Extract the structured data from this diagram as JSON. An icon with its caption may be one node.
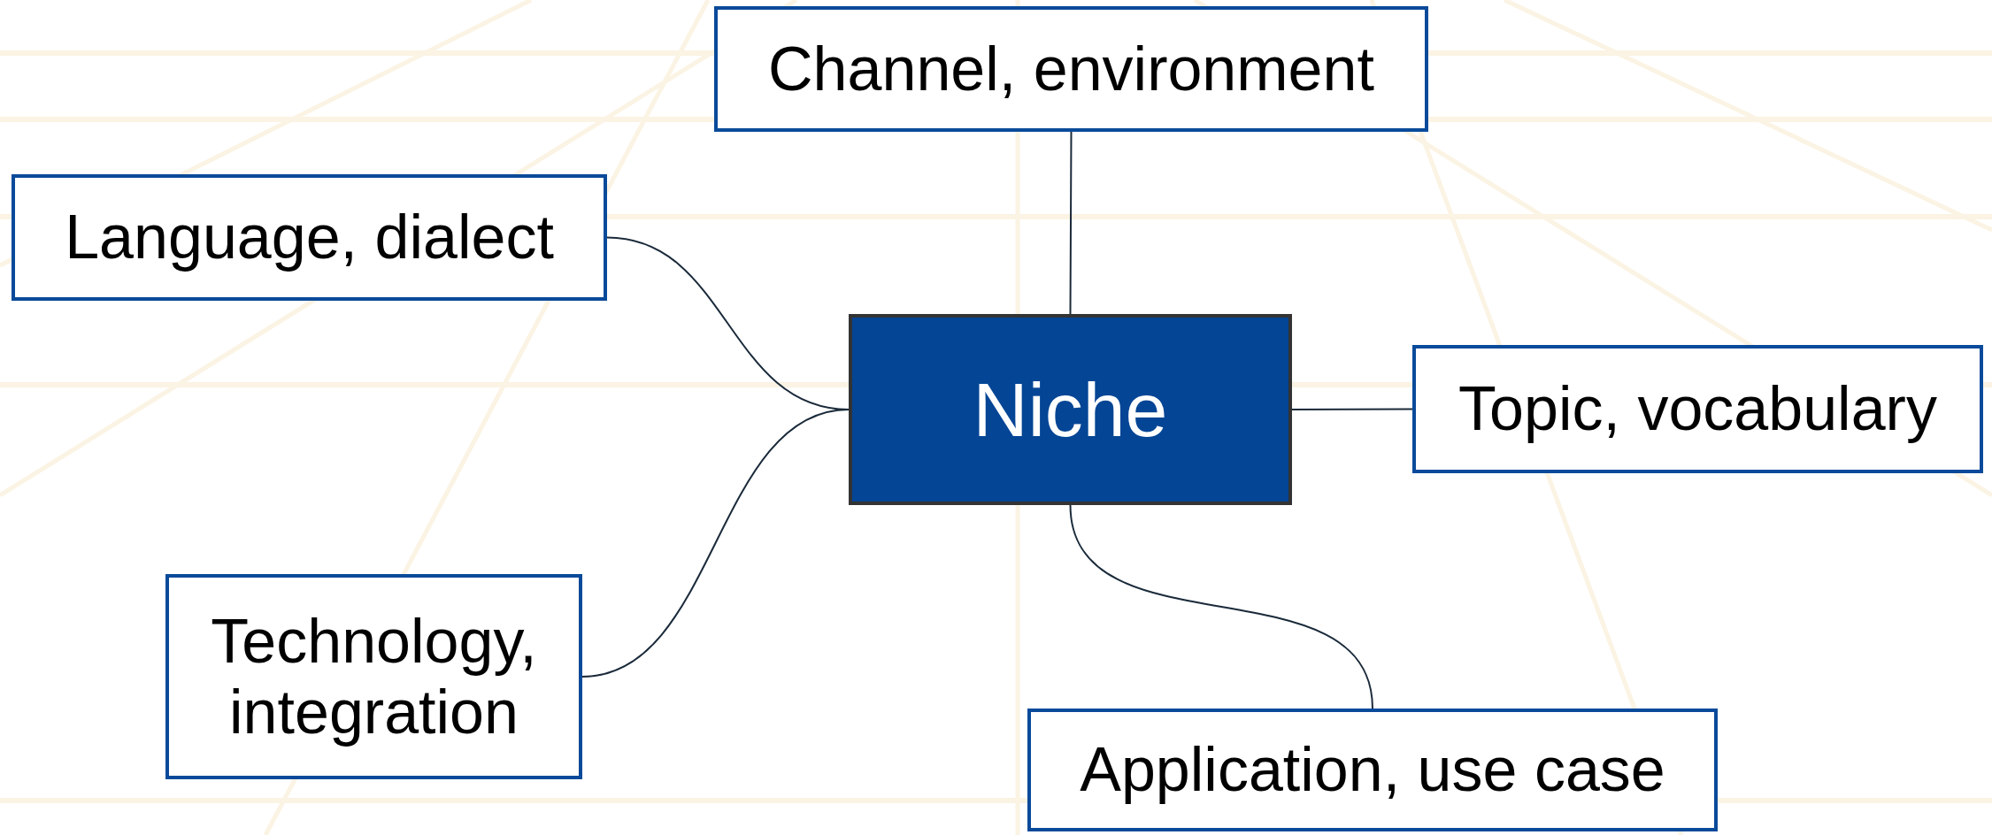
{
  "diagram": {
    "nodes": [
      {
        "text": [
          "Channel, environment"
        ]
      },
      {
        "text": [
          "Language, dialect"
        ]
      },
      {
        "text": [
          "Niche"
        ]
      },
      {
        "text": [
          "Topic, vocabulary"
        ]
      },
      {
        "text": [
          "Technology, integration"
        ]
      },
      {
        "text": [
          "Application, use case"
        ]
      }
    ],
    "edges": [
      {
        "from": 2,
        "to": 0,
        "arrow": "none"
      },
      {
        "from": 2,
        "to": 1,
        "arrow": "none"
      },
      {
        "from": 2,
        "to": 3,
        "arrow": "none"
      },
      {
        "from": 2,
        "to": 4,
        "arrow": "none"
      },
      {
        "from": 2,
        "to": 5,
        "arrow": "none"
      }
    ]
  }
}
